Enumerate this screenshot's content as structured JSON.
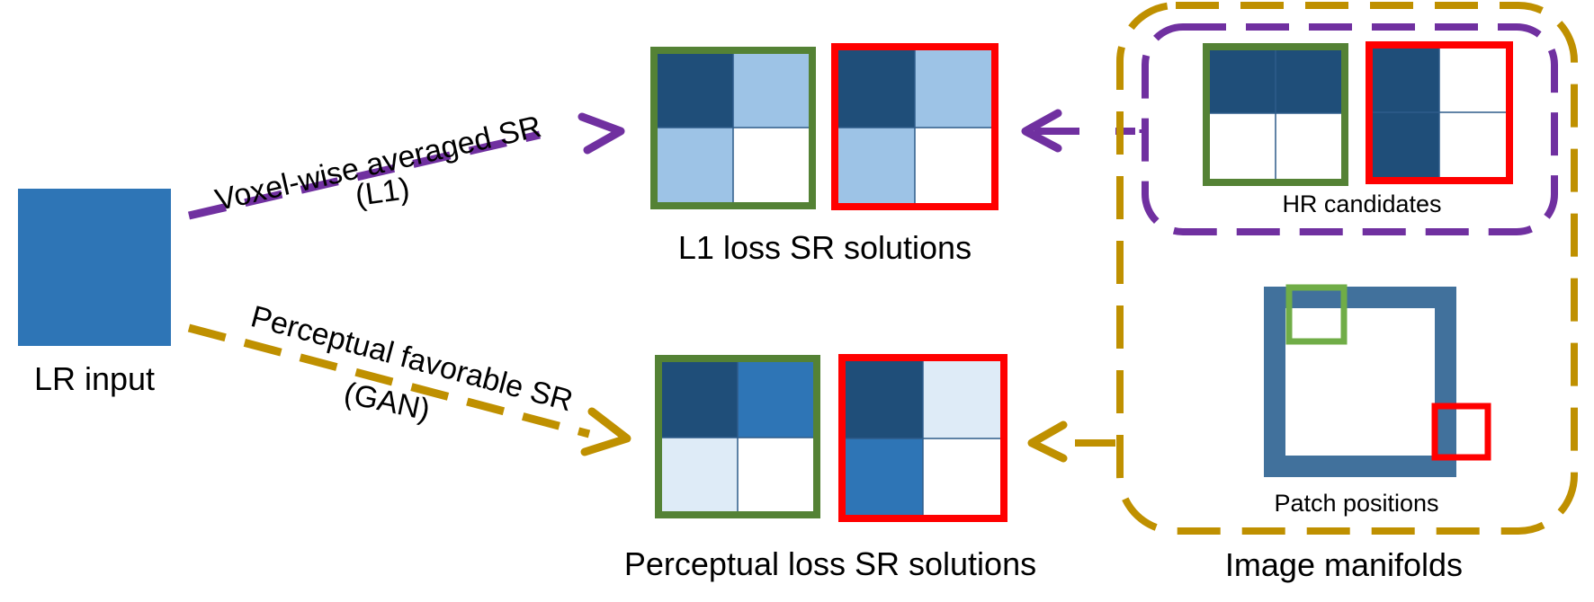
{
  "lr_input": {
    "label": "LR input",
    "color": "#2E75B6"
  },
  "arrows": {
    "l1": {
      "line1": "Voxel-wise averaged SR",
      "line2": "(L1)",
      "color": "#7030A0"
    },
    "gan": {
      "line1": "Perceptual favorable SR",
      "line2": "(GAN)",
      "color": "#BF9000"
    }
  },
  "solutions": {
    "l1_label": "L1 loss SR solutions",
    "perceptual_label": "Perceptual loss SR solutions"
  },
  "manifolds": {
    "label": "Image manifolds",
    "hr_label": "HR candidates",
    "patch_label": "Patch positions"
  },
  "colors": {
    "dark_blue": "#1F4E79",
    "mid_blue": "#2E75B6",
    "light_blue": "#9DC3E6",
    "pale_blue": "#DEEBF7",
    "patch_frame": "#41719C",
    "green_frame": "#548235",
    "light_green_frame": "#70AD47",
    "red_frame": "#FF0000"
  }
}
